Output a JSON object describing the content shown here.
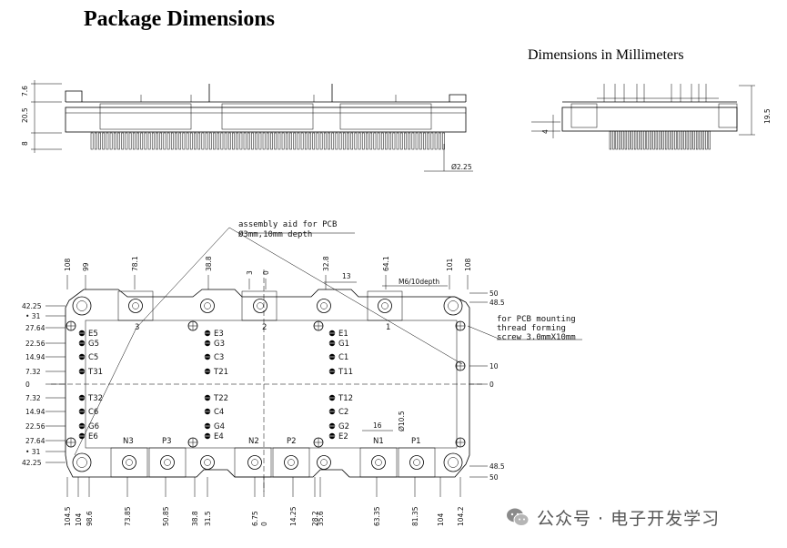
{
  "header": {
    "title": "Package Dimensions",
    "units_note": "Dimensions in Millimeters"
  },
  "watermark": {
    "text": "公众号 · 电子开发学习",
    "icon": "wechat-icon"
  },
  "side_view": {
    "height_dims": [
      "7.6",
      "20.5",
      "8"
    ],
    "pin_dia": "Ø2.25",
    "right_height": "19.5",
    "right_dim": "4"
  },
  "notes": {
    "assembly_aid_line1": "assembly aid for PCB",
    "assembly_aid_line2": "Ø3mm,10mm depth",
    "pcb_mount_line1": "for PCB mounting",
    "pcb_mount_line2": "thread forming",
    "pcb_mount_line3": "screw 3.0mmX10mm",
    "thread": "M6/10depth"
  },
  "top_dims": [
    "108",
    "99",
    "78.1",
    "38.8",
    "3",
    "0",
    "32.8",
    "13",
    "64.1",
    "101",
    "108"
  ],
  "bottom_dims": [
    "104.5",
    "104",
    "98.6",
    "73.85",
    "50.85",
    "38.8",
    "31.5",
    "6.75",
    "0",
    "14.25",
    "28.2",
    "35.6",
    "63.35",
    "81.35",
    "104",
    "104.2"
  ],
  "left_dims": [
    "42.25",
    "31",
    "27.64",
    "22.56",
    "14.94",
    "7.32",
    "0",
    "7.32",
    "14.94",
    "22.56",
    "27.64",
    "31",
    "42.25"
  ],
  "right_dims": [
    "50",
    "48.5",
    "10",
    "0",
    "48.5",
    "50"
  ],
  "inner_dims": [
    "16",
    "Ø10.5"
  ],
  "pins": {
    "left": [
      "E5",
      "G5",
      "C5",
      "T31",
      "T32",
      "C6",
      "G6",
      "E6"
    ],
    "mid": [
      "E3",
      "G3",
      "C3",
      "T21",
      "T22",
      "C4",
      "G4",
      "E4"
    ],
    "right": [
      "E1",
      "G1",
      "C1",
      "T11",
      "T12",
      "C2",
      "G2",
      "E2"
    ]
  },
  "terminals": {
    "top": [
      "3",
      "2",
      "1"
    ],
    "bottom": [
      "N3",
      "P3",
      "N2",
      "P2",
      "N1",
      "P1"
    ]
  }
}
